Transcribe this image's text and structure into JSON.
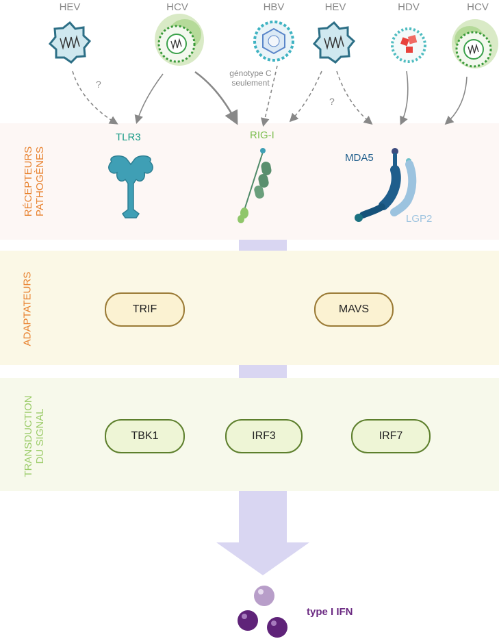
{
  "viruses": [
    {
      "label": "HEV",
      "icon": "hev-virus-icon"
    },
    {
      "label": "HCV",
      "icon": "hcv-virus-icon"
    },
    {
      "label": "HBV",
      "icon": "hbv-virus-icon"
    },
    {
      "label": "HEV",
      "icon": "hev-virus-icon"
    },
    {
      "label": "HDV",
      "icon": "hdv-virus-icon"
    },
    {
      "label": "HCV",
      "icon": "hcv-virus-icon"
    }
  ],
  "notes": {
    "hbv_genotype": "génotype C\nseulement",
    "unknown_1": "?",
    "unknown_2": "?"
  },
  "bands": {
    "receptors": "RÉCEPTEURS\nPATHOGÈNES",
    "adapters": "ADAPTATEURS",
    "signal": "TRANSDUCTION\nDU SIGNAL"
  },
  "receptors": {
    "tlr3": "TLR3",
    "rigi": "RIG-I",
    "mda5": "MDA5",
    "lgp2": "LGP2"
  },
  "adapters": {
    "trif": "TRIF",
    "mavs": "MAVS"
  },
  "signal": {
    "tbk1": "TBK1",
    "irf3": "IRF3",
    "irf7": "IRF7"
  },
  "output": {
    "label": "type I IFN"
  },
  "colors": {
    "orange_label": "#e8822f",
    "green_label": "#9ccc6a",
    "tlr3": "#3f9fb5",
    "rigi": "#5a8f6e",
    "mda5": "#1f5e8c",
    "lgp2": "#9cc3df",
    "arrow": "#888888",
    "flow_arrow": "#d9d6f2",
    "ifn": "#6b2a82"
  }
}
